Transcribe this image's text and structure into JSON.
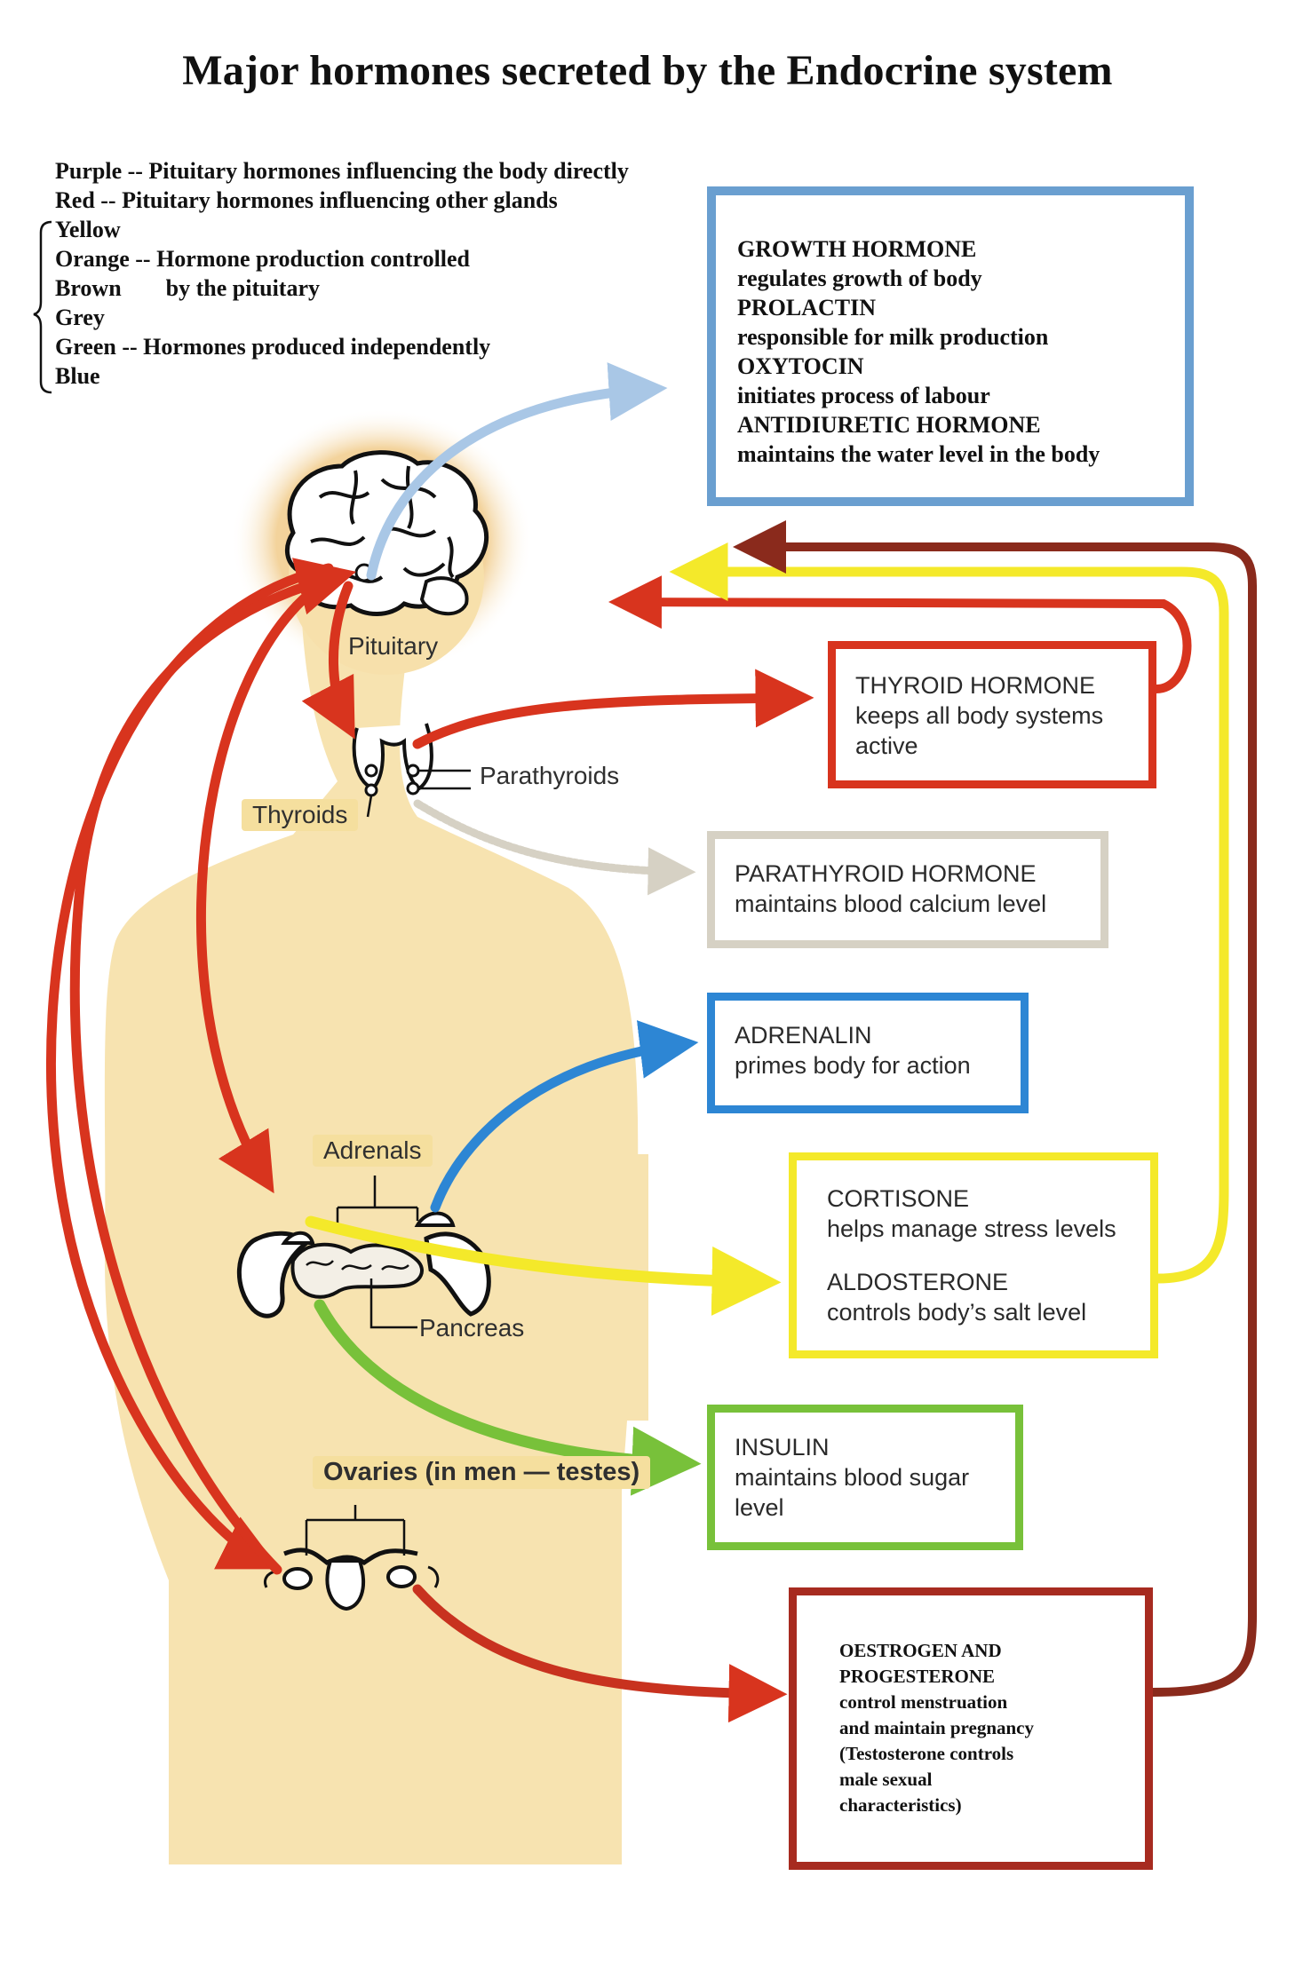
{
  "title": "Major hormones secreted by the Endocrine system",
  "legend": {
    "purple": "Purple -- Pituitary hormones influencing the body directly",
    "red": "Red -- Pituitary hormones influencing other glands",
    "yellow": "Yellow",
    "orange": "Orange -- Hormone production controlled",
    "brown": "Brown",
    "brown_tail": "by the pituitary",
    "grey": "Grey",
    "green": "Green -- Hormones produced independently",
    "blue": "Blue"
  },
  "labels": {
    "pituitary": "Pituitary",
    "thyroids": "Thyroids",
    "parathyroids": "Parathyroids",
    "adrenals": "Adrenals",
    "pancreas": "Pancreas",
    "ovaries": "Ovaries (in men — testes)"
  },
  "boxes": {
    "growth": [
      "GROWTH HORMONE",
      "regulates growth of body",
      "PROLACTIN",
      "responsible for milk production",
      "OXYTOCIN",
      "initiates process of labour",
      "ANTIDIURETIC HORMONE",
      "maintains the water level in the body"
    ],
    "thyroid": [
      "THYROID HORMONE",
      "keeps all body systems",
      "active"
    ],
    "parathyroid": [
      "PARATHYROID HORMONE",
      "maintains blood calcium level"
    ],
    "adrenalin": [
      "ADRENALIN",
      "primes body for action"
    ],
    "cortisone": [
      "CORTISONE",
      "helps manage stress levels"
    ],
    "aldosterone": [
      "ALDOSTERONE",
      "controls body’s salt level"
    ],
    "insulin": [
      "INSULIN",
      "maintains blood sugar",
      "level"
    ],
    "oestrogen": [
      "OESTROGEN AND",
      "PROGESTERONE",
      "control menstruation",
      "and maintain pregnancy",
      "(Testosterone controls",
      "male sexual",
      "characteristics)"
    ]
  },
  "colors": {
    "body": "#f7e3b0",
    "head_glow": "#f0c98a",
    "red": "#d8341e",
    "light_blue": "#a9c7e6",
    "yellow": "#f4e92a",
    "brown": "#8a2a1c",
    "blue": "#2d86d4",
    "green": "#78c13a",
    "grey": "#d6d1c4"
  }
}
